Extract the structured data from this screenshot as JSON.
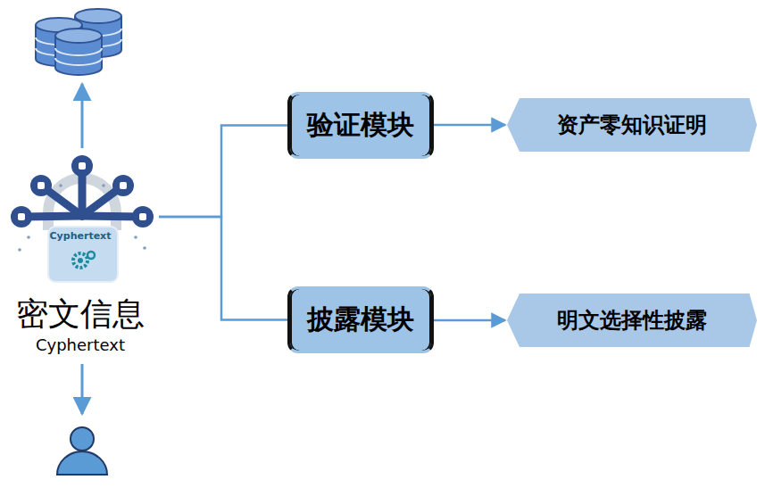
{
  "diagram": {
    "nodes": [
      {
        "text": [
          "Cyphertext",
          "密文信息",
          "Cyphertext"
        ]
      },
      {
        "text": [
          "验证模块"
        ]
      },
      {
        "text": [
          "资产零知识证明"
        ]
      },
      {
        "text": [
          "披露模块"
        ]
      },
      {
        "text": [
          "明文选择性披露"
        ]
      }
    ],
    "edges": [
      {
        "from": 0,
        "to": 1,
        "arrow": "none"
      },
      {
        "from": 1,
        "to": 2,
        "arrow": "to"
      },
      {
        "from": 0,
        "to": 3,
        "arrow": "none"
      },
      {
        "from": 3,
        "to": 4,
        "arrow": "to"
      }
    ]
  }
}
